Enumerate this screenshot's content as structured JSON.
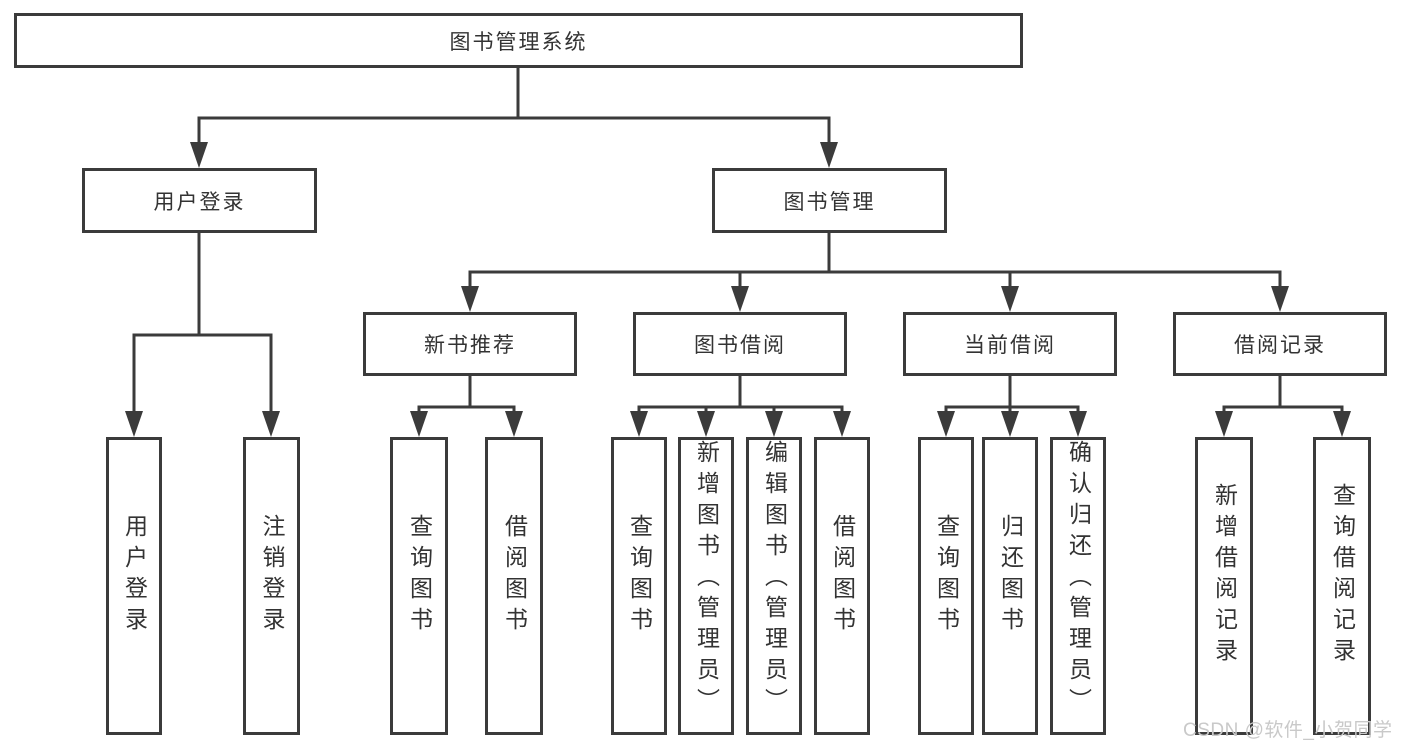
{
  "diagram": {
    "title": "图书管理系统",
    "root": {
      "label": "图书管理系统"
    },
    "level2": [
      {
        "label": "用户登录"
      },
      {
        "label": "图书管理"
      }
    ],
    "level3": [
      {
        "label": "新书推荐"
      },
      {
        "label": "图书借阅"
      },
      {
        "label": "当前借阅"
      },
      {
        "label": "借阅记录"
      }
    ],
    "leaves": {
      "user_login": [
        {
          "label": "用户登录"
        },
        {
          "label": "注销登录"
        }
      ],
      "new_book": [
        {
          "label": "查询图书"
        },
        {
          "label": "借阅图书"
        }
      ],
      "book_borrow": [
        {
          "label": "查询图书"
        },
        {
          "label": "新增图书（管理员）"
        },
        {
          "label": "编辑图书（管理员）"
        },
        {
          "label": "借阅图书"
        }
      ],
      "current_borrow": [
        {
          "label": "查询图书"
        },
        {
          "label": "归还图书"
        },
        {
          "label": "确认归还（管理员）"
        }
      ],
      "borrow_record": [
        {
          "label": "新增借阅记录"
        },
        {
          "label": "查询借阅记录"
        }
      ]
    }
  },
  "colors": {
    "line": "#3b3b3b",
    "box_border": "#3b3b3b",
    "text": "#333333",
    "watermark": "#c9c9c9"
  },
  "watermark": {
    "text": "CSDN @软件_小贺同学"
  }
}
